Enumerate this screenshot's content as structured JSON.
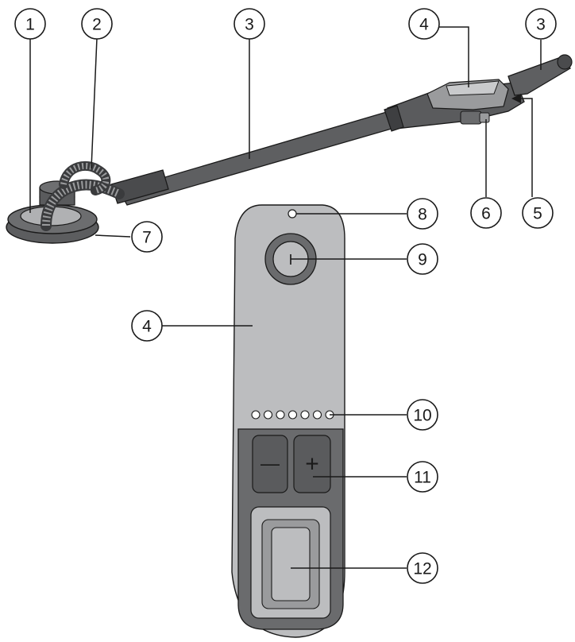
{
  "callouts": [
    {
      "id": "1",
      "label": "1"
    },
    {
      "id": "2",
      "label": "2"
    },
    {
      "id": "3a",
      "label": "3"
    },
    {
      "id": "4a",
      "label": "4"
    },
    {
      "id": "3b",
      "label": "3"
    },
    {
      "id": "8",
      "label": "8"
    },
    {
      "id": "6",
      "label": "6"
    },
    {
      "id": "5",
      "label": "5"
    },
    {
      "id": "7",
      "label": "7"
    },
    {
      "id": "9",
      "label": "9"
    },
    {
      "id": "4b",
      "label": "4"
    },
    {
      "id": "10",
      "label": "10"
    },
    {
      "id": "11",
      "label": "11"
    },
    {
      "id": "12",
      "label": "12"
    }
  ],
  "power_button_symbol": "I",
  "minus_symbol": "—",
  "plus_symbol": "+",
  "speed_indicator_count": 7,
  "colors": {
    "line": "#1a1a1a",
    "panel_light": "#bcbdbf",
    "panel_mid": "#9a9b9d",
    "panel_dark": "#6a6b6d",
    "tool_dark": "#4a4b4d"
  }
}
